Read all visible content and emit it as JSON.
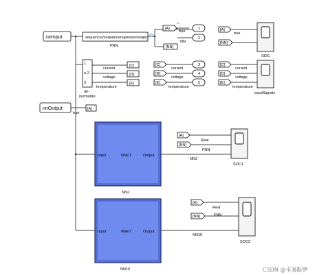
{
  "blocks": {
    "nn_input": "nnInput",
    "nn_output": "nnOutput",
    "fnn_block": "sequence2sequenceregressionoutput",
    "fnn_label": "FNN",
    "denorm_label_1": "de-",
    "denorm_label_2": "normalize",
    "denorm_ports": [
      "1",
      "u 2",
      "3"
    ],
    "nn2": {
      "input": "Input",
      "title": "NNET",
      "output": "Output",
      "label": "NN2"
    },
    "nn10": {
      "input": "Input",
      "title": "NNET",
      "output": "Output",
      "label": "NN10"
    }
  },
  "signals": {
    "true": "true",
    "nn": "NN",
    "current": "current",
    "voltage": "voltage",
    "temperature": "temperature",
    "real": "Real",
    "fnn": "FNN",
    "nn2": "NN2",
    "nn10": "NN10"
  },
  "tags": {
    "A": "[A]",
    "NN": "[NN]",
    "C": "[C]",
    "D": "[D]",
    "E": "[E]"
  },
  "outports": [
    "1",
    "2",
    "3",
    "4",
    "5"
  ],
  "scopes": {
    "soc": "SOC",
    "input_signals": "inputSignals",
    "soc1": "SOC1",
    "soc2": "SOC2"
  },
  "watermark": "CSDN @卡洛斯伊",
  "colors": {
    "nnet_fill": "#5b78e0",
    "nnet_border": "#1e2c6a",
    "tag_blue": "#2f7fd8"
  }
}
